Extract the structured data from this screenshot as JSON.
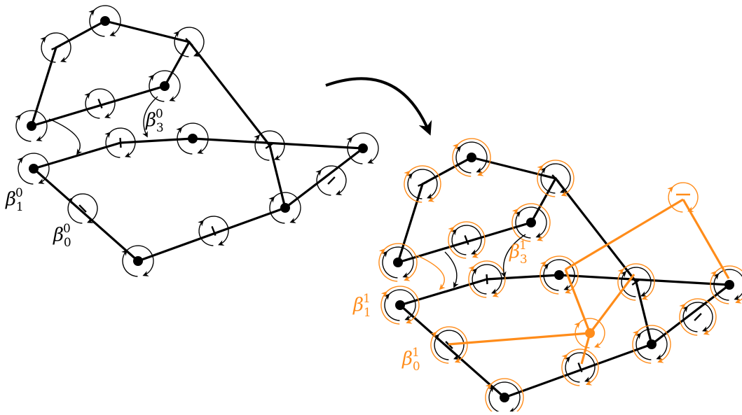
{
  "colors": {
    "primary": "#000000",
    "accent": "#ff8c1a",
    "background": "#ffffff"
  },
  "labels": {
    "left": {
      "b1": {
        "base": "β",
        "sub": "1",
        "sup": "0"
      },
      "b0": {
        "base": "β",
        "sub": "0",
        "sup": "0"
      },
      "b3": {
        "base": "β",
        "sub": "3",
        "sup": "0"
      }
    },
    "right": {
      "b1": {
        "base": "β",
        "sub": "1",
        "sup": "1"
      },
      "b0": {
        "base": "β",
        "sub": "0",
        "sup": "1"
      },
      "b3": {
        "base": "β",
        "sub": "3",
        "sup": "1"
      }
    }
  }
}
